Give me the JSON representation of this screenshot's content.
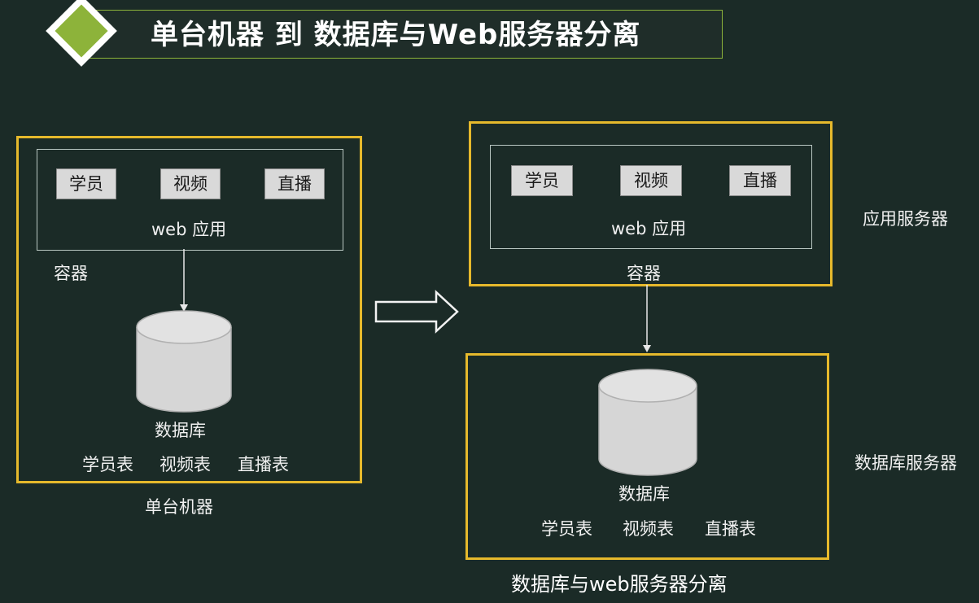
{
  "title": "单台机器 到 数据库与Web服务器分离",
  "left": {
    "apps": [
      "学员",
      "视频",
      "直播"
    ],
    "web_app_label": "web 应用",
    "container_label": "容器",
    "db_label": "数据库",
    "tables": [
      "学员表",
      "视频表",
      "直播表"
    ],
    "machine_label": "单台机器"
  },
  "right": {
    "apps": [
      "学员",
      "视频",
      "直播"
    ],
    "web_app_label": "web 应用",
    "container_label": "容器",
    "app_server_label": "应用服务器",
    "db_label": "数据库",
    "tables": [
      "学员表",
      "视频表",
      "直播表"
    ],
    "db_server_label": "数据库服务器",
    "caption": "数据库与web服务器分离"
  },
  "colors": {
    "background": "#1b2b27",
    "accent": "#8db33a",
    "box_border": "#e6b92c"
  }
}
